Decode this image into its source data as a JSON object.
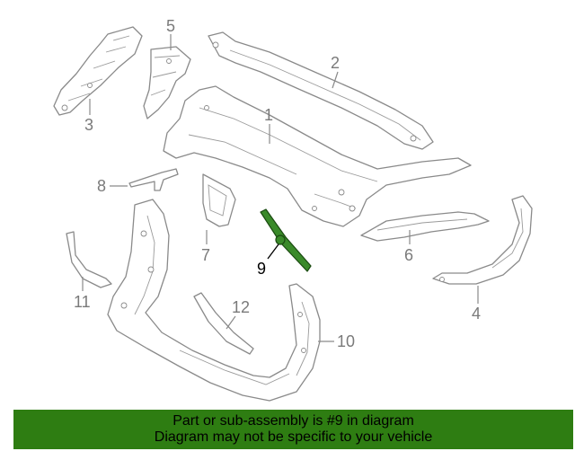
{
  "callouts": {
    "c1": "1",
    "c2": "2",
    "c3": "3",
    "c4": "4",
    "c5": "5",
    "c6": "6",
    "c7": "7",
    "c8": "8",
    "c9": "9",
    "c10": "10",
    "c11": "11",
    "c12": "12"
  },
  "highlighted_part": "9",
  "banner": {
    "line1": "Part or sub-assembly is #9 in diagram",
    "line2": "Diagram may not be specific to your vehicle"
  },
  "colors": {
    "banner_bg": "#2e7d12",
    "highlight": "#3a8a2a",
    "line_art": "#8a8a8a"
  }
}
